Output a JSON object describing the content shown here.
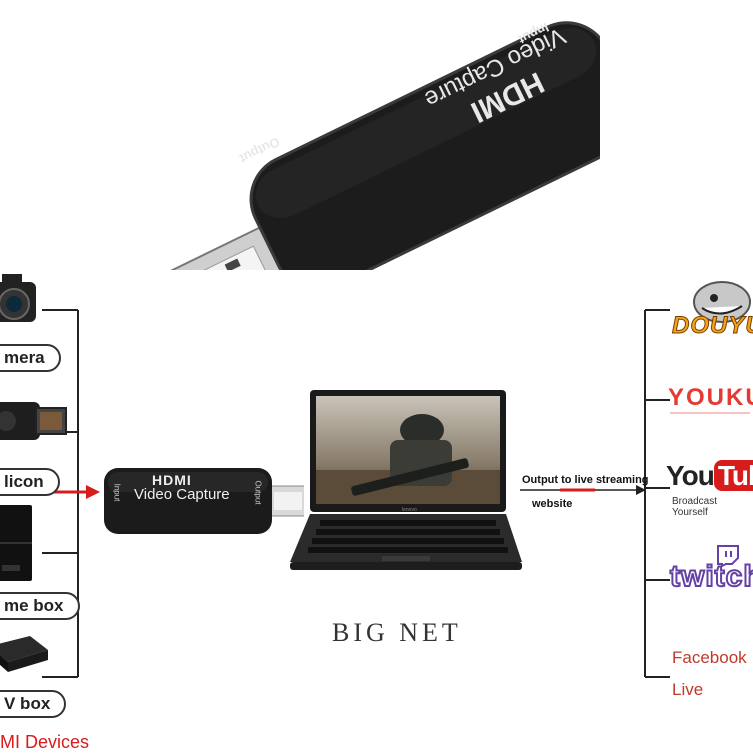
{
  "dongle_top": {
    "brand": "HDMI",
    "product": "Video Capture",
    "port_input": "Input",
    "port_output": "Output"
  },
  "dongle_small": {
    "brand": "HDMI",
    "product": "Video Capture",
    "port_input": "Input",
    "port_output": "Output"
  },
  "sources": [
    {
      "label": "mera",
      "icon": "camera-icon"
    },
    {
      "label": "licon",
      "icon": "camcorder-icon"
    },
    {
      "label": "me box",
      "icon": "game-console-icon"
    },
    {
      "label": "V box",
      "icon": "tv-box-icon"
    }
  ],
  "sources_footer": "MI Devices",
  "arrow_caption": {
    "line1": "Output to live streaming",
    "line2": "website"
  },
  "watermark": "BIG NET",
  "laptop": {
    "brand": "lenovo"
  },
  "platforms": [
    {
      "name": "DOUYU"
    },
    {
      "name": "YOUKU"
    },
    {
      "name": "YouTube",
      "tagline": "Broadcast Yourself"
    },
    {
      "name": "twitch"
    }
  ],
  "platforms_footer": {
    "line1": "Facebook",
    "line2": "Live"
  },
  "colors": {
    "accent_red": "#d81b1b",
    "line": "#222222",
    "device": "#1b1b1b"
  }
}
